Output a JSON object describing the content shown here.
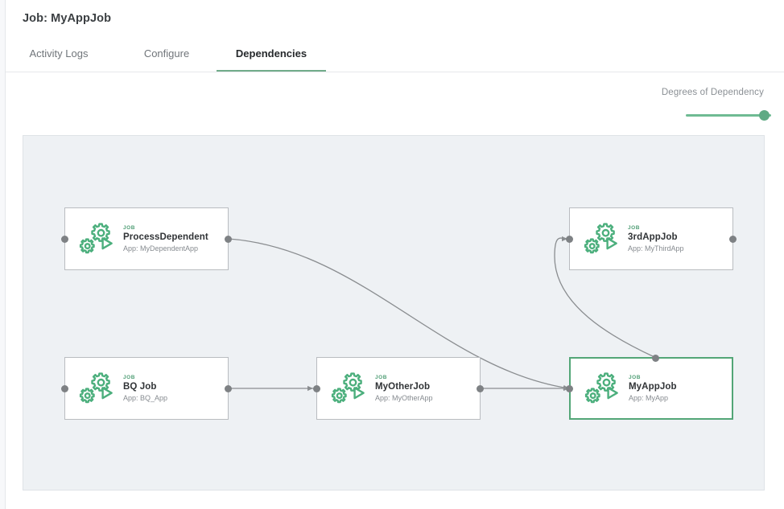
{
  "header": {
    "title": "Job: MyAppJob"
  },
  "tabs": [
    {
      "label": "Activity Logs",
      "active": false
    },
    {
      "label": "Configure",
      "active": false
    },
    {
      "label": "Dependencies",
      "active": true
    }
  ],
  "controls": {
    "degrees_label": "Degrees of Dependency",
    "degrees_value": "max"
  },
  "graph": {
    "nodes": [
      {
        "id": "process-dependent",
        "kicker": "JOB",
        "title": "ProcessDependent",
        "subtitle": "App: MyDependentApp",
        "selected": false
      },
      {
        "id": "third-app-job",
        "kicker": "JOB",
        "title": "3rdAppJob",
        "subtitle": "App: MyThirdApp",
        "selected": false
      },
      {
        "id": "bq-job",
        "kicker": "JOB",
        "title": "BQ Job",
        "subtitle": "App: BQ_App",
        "selected": false
      },
      {
        "id": "my-other-job",
        "kicker": "JOB",
        "title": "MyOtherJob",
        "subtitle": "App: MyOtherApp",
        "selected": false
      },
      {
        "id": "my-app-job",
        "kicker": "JOB",
        "title": "MyAppJob",
        "subtitle": "App: MyApp",
        "selected": true
      }
    ],
    "edges": [
      {
        "from": "process-dependent",
        "to": "my-app-job"
      },
      {
        "from": "bq-job",
        "to": "my-other-job"
      },
      {
        "from": "my-other-job",
        "to": "my-app-job"
      },
      {
        "from": "my-app-job",
        "to": "third-app-job"
      }
    ],
    "icon": "job-gears-play-icon"
  },
  "colors": {
    "accent_green": "#53a677",
    "slider_green": "#6fbb93",
    "canvas_bg": "#eef1f4",
    "edge_gray": "#8a8d90"
  }
}
